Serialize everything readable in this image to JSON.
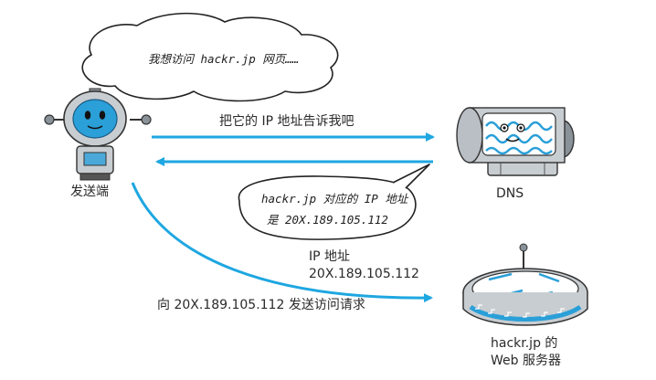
{
  "thought_bubble": {
    "text": "我想访问 hackr.jp 网页……"
  },
  "sender": {
    "label": "发送端"
  },
  "dns": {
    "label": "DNS"
  },
  "arrow_request": {
    "label": "把它的 IP 地址告诉我吧"
  },
  "speech_bubble": {
    "line1": "hackr.jp 对应的 IP 地址",
    "line2": "是 20X.189.105.112"
  },
  "ip_label": {
    "line1": "IP 地址",
    "line2": "20X.189.105.112"
  },
  "arrow_access": {
    "label": "向 20X.189.105.112 发送访问请求"
  },
  "server": {
    "line1": "hackr.jp 的",
    "line2": "Web 服务器"
  },
  "colors": {
    "arrow": "#1ea7e1",
    "accent_blue": "#2a9fd8",
    "body_gray": "#c8cdd1"
  },
  "icons": {
    "robot": "robot-icon",
    "dns": "dns-cylinder-icon",
    "server": "web-server-icon"
  }
}
